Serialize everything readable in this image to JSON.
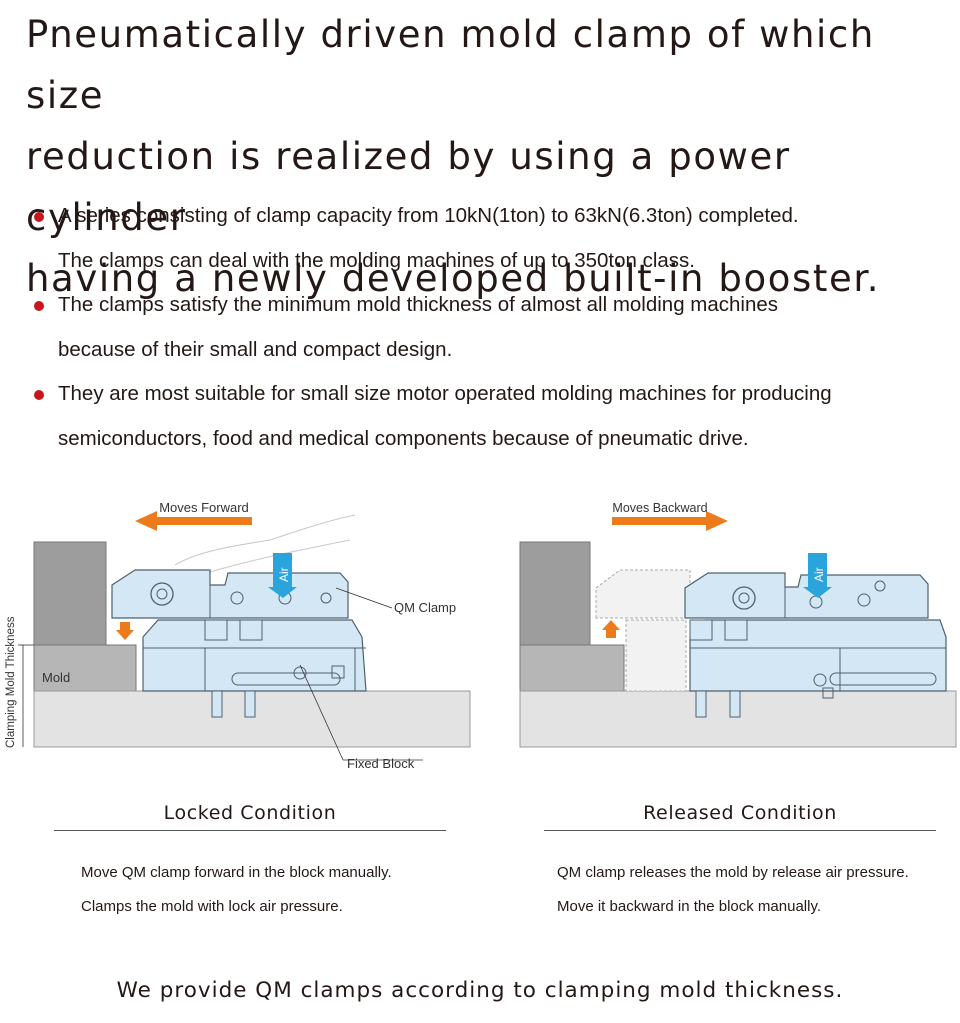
{
  "heading": {
    "line1": "Pneumatically driven mold clamp of which size",
    "line2": "reduction is realized by using a power cylinder",
    "line3": "having a newly developed built-in booster."
  },
  "bullets": [
    {
      "line1": "A series consisting of clamp capacity from 10kN(1ton) to 63kN(6.3ton) completed.",
      "line2": "The clamps can deal with the molding machines of up to 350ton class."
    },
    {
      "line1": "The clamps satisfy the minimum mold thickness of almost all molding machines",
      "line2": "because of their small and compact design."
    },
    {
      "line1": "They are most suitable for small size motor operated molding machines for producing",
      "line2": "semiconductors, food and medical components because of pneumatic drive."
    }
  ],
  "locked": {
    "arrow_label": "Moves Forward",
    "air_label": "Air",
    "clamp_label": "QM Clamp",
    "mold_label": "Mold",
    "thickness_label": "Clamping Mold Thickness",
    "block_label": "Fixed Block",
    "title": "Locked Condition",
    "desc1": "Move QM clamp forward in the block manually.",
    "desc2": "Clamps the mold with lock air pressure."
  },
  "released": {
    "arrow_label": "Moves Backward",
    "air_label": "Air",
    "title": "Released Condition",
    "desc1": "QM clamp releases the mold by release air pressure.",
    "desc2": "Move it backward in the block manually."
  },
  "footer": "We provide QM clamps according to clamping mold thickness.",
  "colors": {
    "accent_orange": "#ee7b1b",
    "air_blue": "#2aa5dc",
    "clamp_fill": "#d4e7f4",
    "bullet_red": "#c8161d"
  }
}
